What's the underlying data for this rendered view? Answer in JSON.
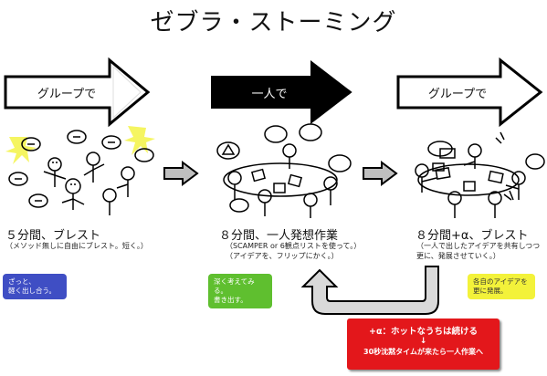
{
  "title": "ゼブラ・ストーミング",
  "phases": [
    {
      "label": "グループで",
      "style": "white"
    },
    {
      "label": "一人で",
      "style": "black"
    },
    {
      "label": "グループで",
      "style": "white"
    }
  ],
  "steps": [
    {
      "title": "５分間、ブレスト",
      "subtitle": [
        "（メソッド無しに自由にブレスト。短く。）"
      ],
      "note": [
        "ざっと、",
        "軽く出し合う。"
      ],
      "note_color": "#3f4ec4"
    },
    {
      "title": "８分間、一人発想作業",
      "subtitle": [
        "（SCAMPER or 6観点リストを使って。）",
        "（アイデアを、フリップにかく。）"
      ],
      "note": [
        "深く考えてみる。",
        "書き出す。"
      ],
      "note_color": "#5fbf2f"
    },
    {
      "title": "８分間+α、ブレスト",
      "subtitle": [
        "（一人で出したアイデアを共有しつつ",
        "更に、発展させていく。）"
      ],
      "note": [
        "各自のアイデアを",
        "更に発展。"
      ],
      "note_color": "#f3f23a"
    }
  ],
  "loop_note": {
    "line1": "+α：ホットなうちは続ける",
    "arrow": "↓",
    "line2": "30秒沈黙タイムが来たら一人作業へ"
  }
}
